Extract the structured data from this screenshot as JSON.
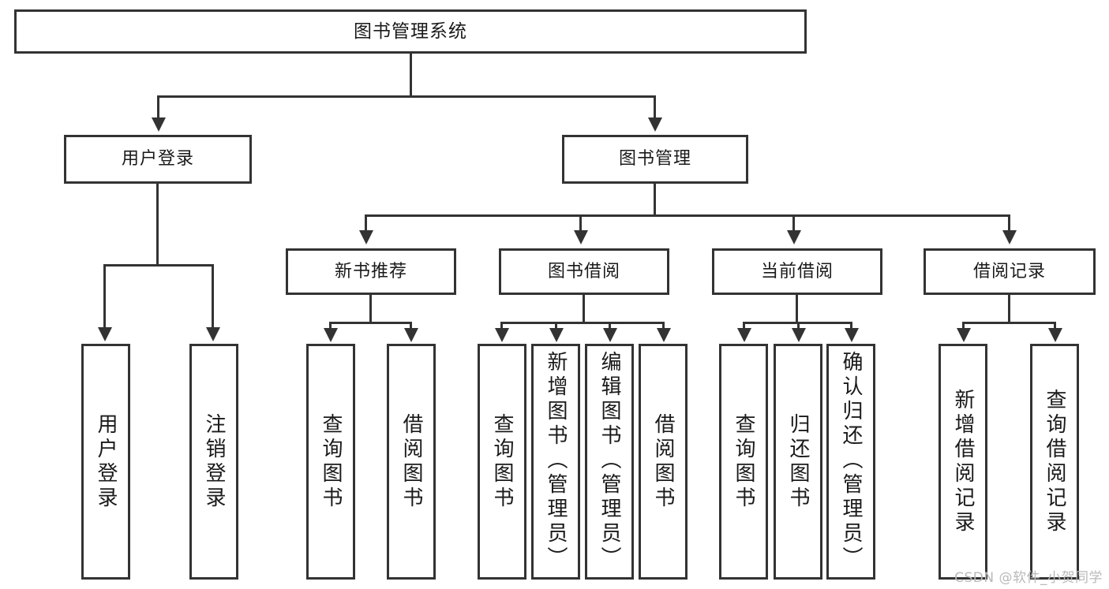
{
  "diagram": {
    "title": "图书管理系统",
    "watermark": "CSDN @软件_小贺同学",
    "accent_color": "#333333",
    "background_color": "#ffffff",
    "text_color": "#1a1a1a",
    "watermark_color": "#b9b9b9",
    "root": {
      "label": "图书管理系统"
    },
    "level1": [
      {
        "label": "用户登录"
      },
      {
        "label": "图书管理"
      }
    ],
    "level2": [
      {
        "label": "新书推荐"
      },
      {
        "label": "图书借阅"
      },
      {
        "label": "当前借阅"
      },
      {
        "label": "借阅记录"
      }
    ],
    "leaves": {
      "user_login": [
        {
          "label": "用户登录"
        },
        {
          "label": "注销登录"
        }
      ],
      "new_book_recommend": [
        {
          "label": "查询图书"
        },
        {
          "label": "借阅图书"
        }
      ],
      "book_borrow": [
        {
          "label": "查询图书"
        },
        {
          "label": "新增图书（管理员）"
        },
        {
          "label": "编辑图书（管理员）"
        },
        {
          "label": "借阅图书"
        }
      ],
      "current_borrow": [
        {
          "label": "查询图书"
        },
        {
          "label": "归还图书"
        },
        {
          "label": "确认归还（管理员）"
        }
      ],
      "borrow_record": [
        {
          "label": "新增借阅记录"
        },
        {
          "label": "查询借阅记录"
        }
      ]
    }
  }
}
